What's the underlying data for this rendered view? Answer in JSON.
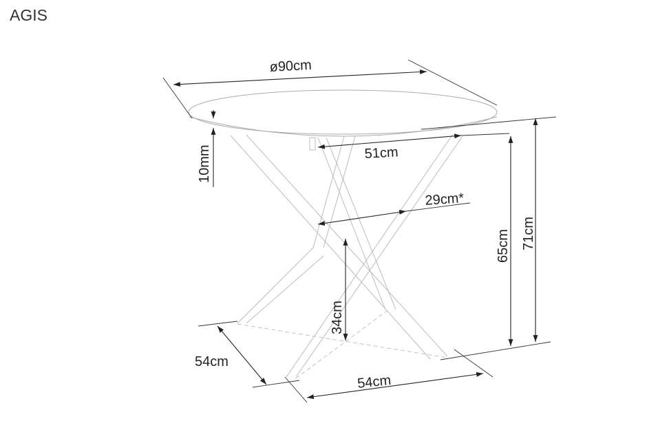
{
  "title": "AGIS",
  "dimensions": {
    "diameter": "ø90cm",
    "top_thickness": "10mm",
    "upper_leg_span": "51cm",
    "middle_leg_span": "29cm*",
    "height_under_top": "65cm",
    "total_height": "71cm",
    "cross_height": "34cm",
    "base_depth": "54cm",
    "base_width": "54cm"
  }
}
